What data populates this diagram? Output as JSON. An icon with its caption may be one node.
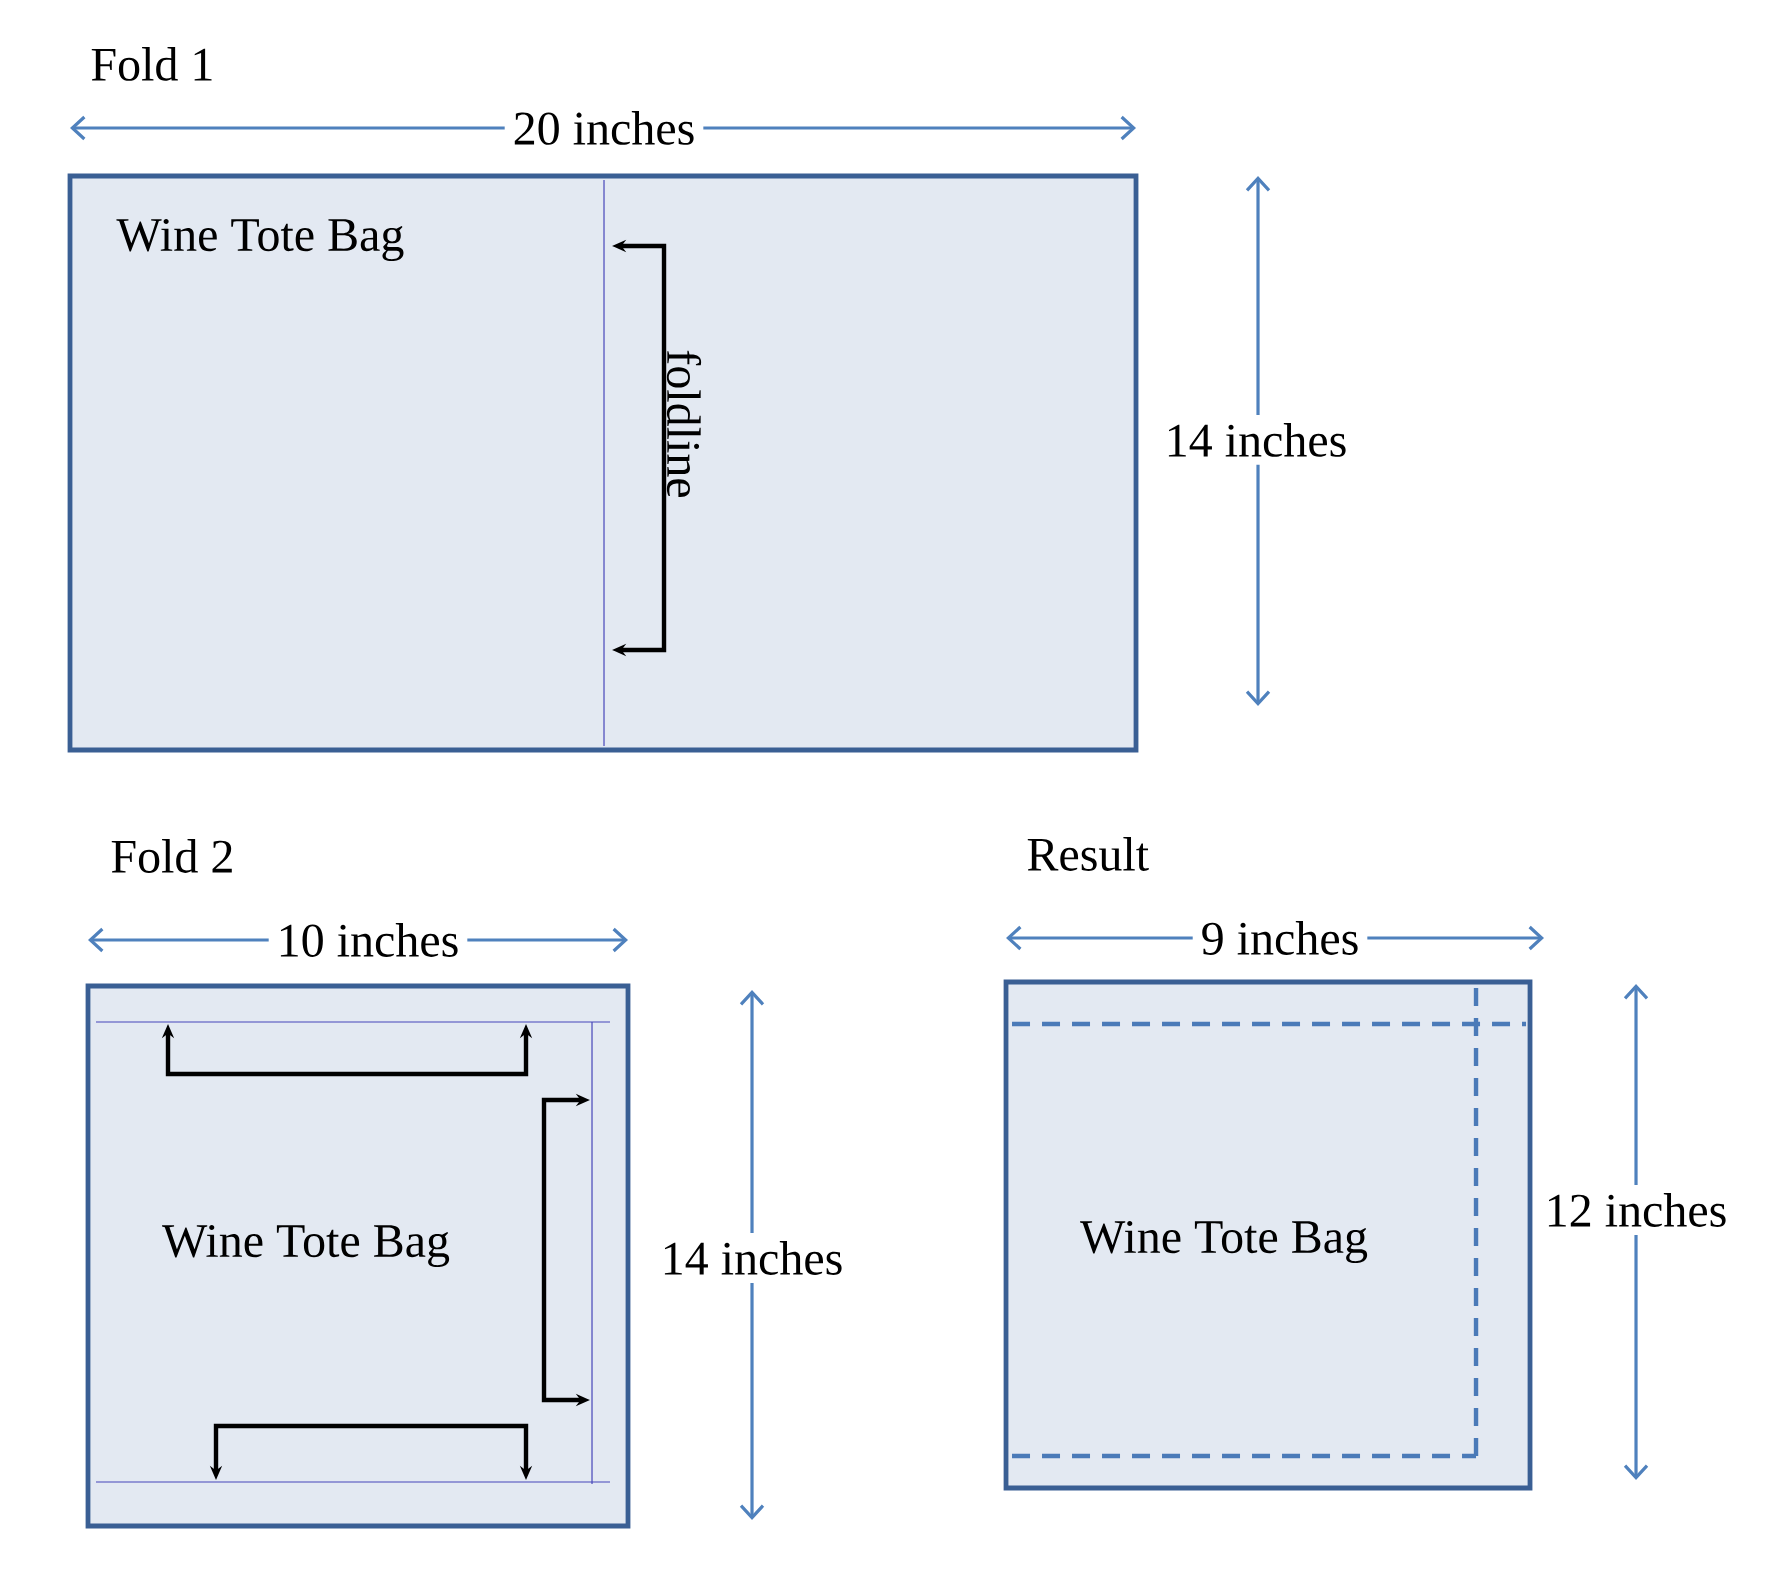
{
  "diagram": {
    "nodes": [
      {
        "text": [
          "Fold 1",
          "Wine Tote Bag"
        ]
      },
      {
        "text": [
          "Fold 2",
          "Wine Tote Bag"
        ]
      },
      {
        "text": [
          "Result",
          "Wine Tote Bag"
        ]
      }
    ],
    "labels": [
      "20 inches",
      "foldline",
      "14 inches",
      "10 inches",
      "14 inches",
      "9 inches",
      "12 inches"
    ]
  }
}
